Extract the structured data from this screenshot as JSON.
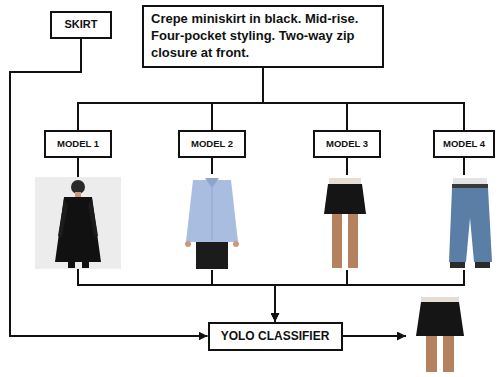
{
  "diagram": {
    "nodes": [
      {
        "text": [
          "SKIRT"
        ]
      },
      {
        "text": [
          "Crepe miniskirt in black. Mid-rise. Four-pocket styling. Two-way zip closure at front."
        ]
      },
      {
        "text": [
          "MODEL 1"
        ]
      },
      {
        "text": [
          "MODEL 2"
        ]
      },
      {
        "text": [
          "MODEL 3"
        ]
      },
      {
        "text": [
          "MODEL 4"
        ]
      },
      {
        "text": [
          "YOLO CLASSIFIER"
        ]
      }
    ],
    "edges": [
      {
        "from": 0,
        "to": 6,
        "arrow": "to"
      },
      {
        "from": 1,
        "to": 2,
        "arrow": "none"
      },
      {
        "from": 1,
        "to": 3,
        "arrow": "none"
      },
      {
        "from": 1,
        "to": 4,
        "arrow": "none"
      },
      {
        "from": 1,
        "to": 5,
        "arrow": "none"
      },
      {
        "from": 2,
        "to": 6,
        "arrow": "to"
      },
      {
        "from": 3,
        "to": 6,
        "arrow": "to"
      },
      {
        "from": 4,
        "to": 6,
        "arrow": "to"
      },
      {
        "from": 5,
        "to": 6,
        "arrow": "to"
      }
    ]
  }
}
